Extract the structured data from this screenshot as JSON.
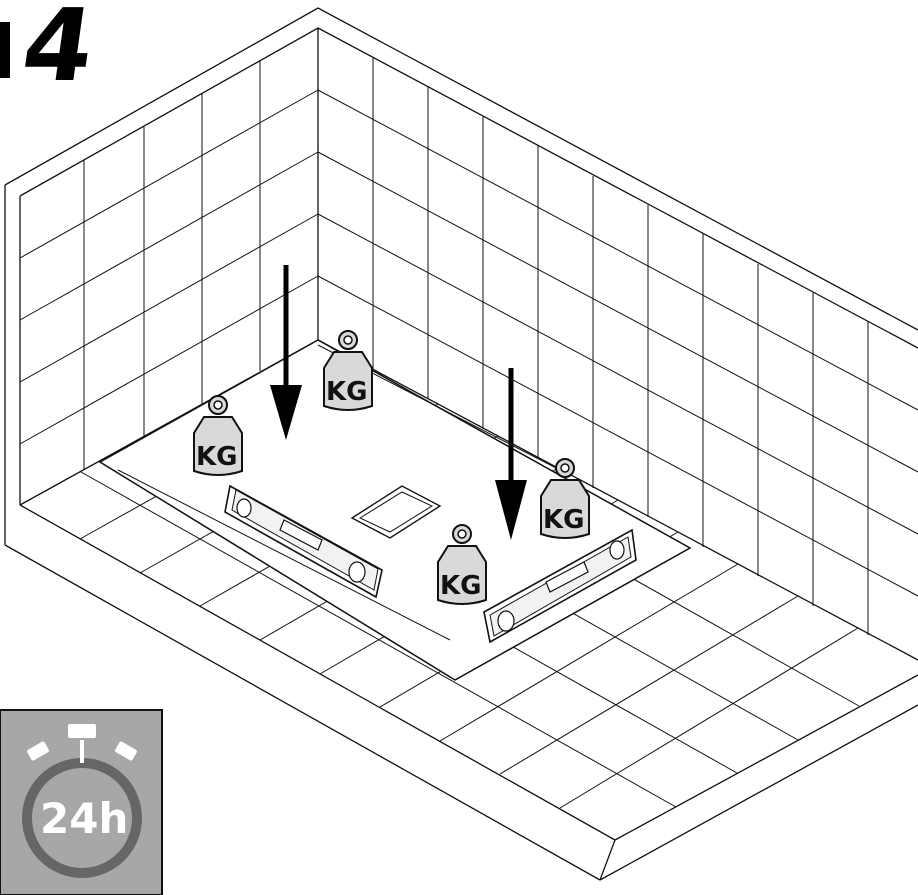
{
  "step": {
    "number": "4",
    "prefix_bar": "|"
  },
  "weights": [
    {
      "label": "KG"
    },
    {
      "label": "KG"
    },
    {
      "label": "KG"
    },
    {
      "label": "KG"
    }
  ],
  "timer": {
    "label": "24h"
  },
  "icons": [
    "arrow-down-icon",
    "weight-icon",
    "spirit-level-icon",
    "stopwatch-icon"
  ],
  "colors": {
    "line": "#111111",
    "weight_fill": "#d9d9d9",
    "timer_bg": "#a7a7a7",
    "timer_ring": "#666666"
  }
}
